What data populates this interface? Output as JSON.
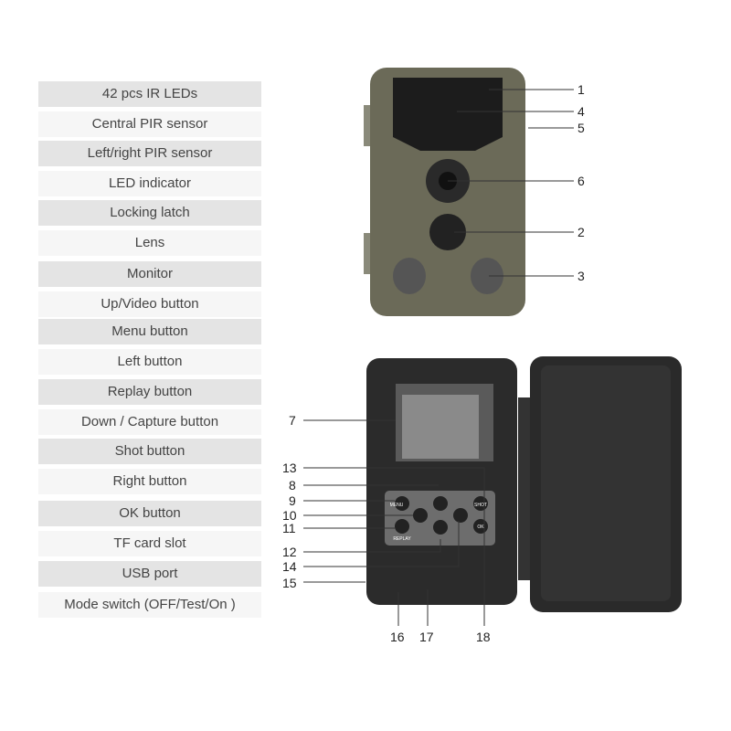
{
  "parts": [
    "42 pcs IR LEDs",
    "Central PIR sensor",
    "Left/right PIR sensor",
    "LED indicator",
    "Locking latch",
    "Lens",
    "Monitor",
    "Up/Video button",
    "Menu button",
    "Left button",
    "Replay button",
    "Down / Capture button",
    "Shot button",
    "Right button",
    "OK button",
    "TF card slot",
    "USB port",
    "Mode switch (OFF/Test/On )"
  ],
  "callouts": [
    "1",
    "4",
    "5",
    "6",
    "2",
    "3",
    "7",
    "13",
    "8",
    "9",
    "10",
    "11",
    "12",
    "14",
    "15",
    "16",
    "17",
    "18"
  ],
  "buttons": {
    "menu": "MENU",
    "shot": "SHOT",
    "ok": "OK",
    "replay": "REPLAY"
  }
}
